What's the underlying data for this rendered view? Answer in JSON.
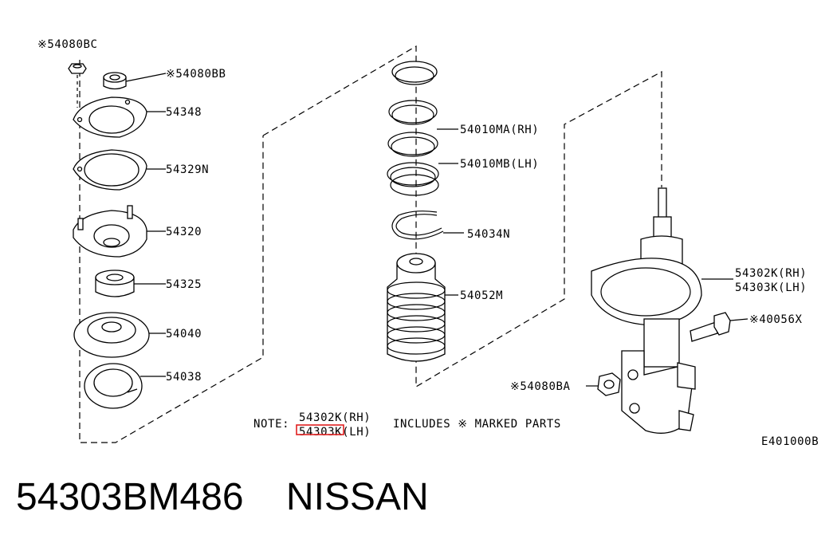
{
  "callouts": {
    "c54080BC": "※54080BC",
    "c54080BB": "※54080BB",
    "c54348": "54348",
    "c54329N": "54329N",
    "c54320": "54320",
    "c54325": "54325",
    "c54040": "54040",
    "c54038": "54038",
    "c54010MA": "54010MA(RH)",
    "c54010MB": "54010MB(LH)",
    "c54034N": "54034N",
    "c54052M": "54052M",
    "c54302K": "54302K(RH)",
    "c54303K": "54303K(LH)",
    "c40056X": "※40056X",
    "c54080BA": "※54080BA"
  },
  "note": {
    "prefix": "NOTE:",
    "line1": "54302K(RH)",
    "line2": "54303K(LH)",
    "suffix": "INCLUDES ※ MARKED PARTS"
  },
  "diagram_code": "E401000B",
  "caption": "54303BM486    NISSAN",
  "highlight_color": "#e02020"
}
